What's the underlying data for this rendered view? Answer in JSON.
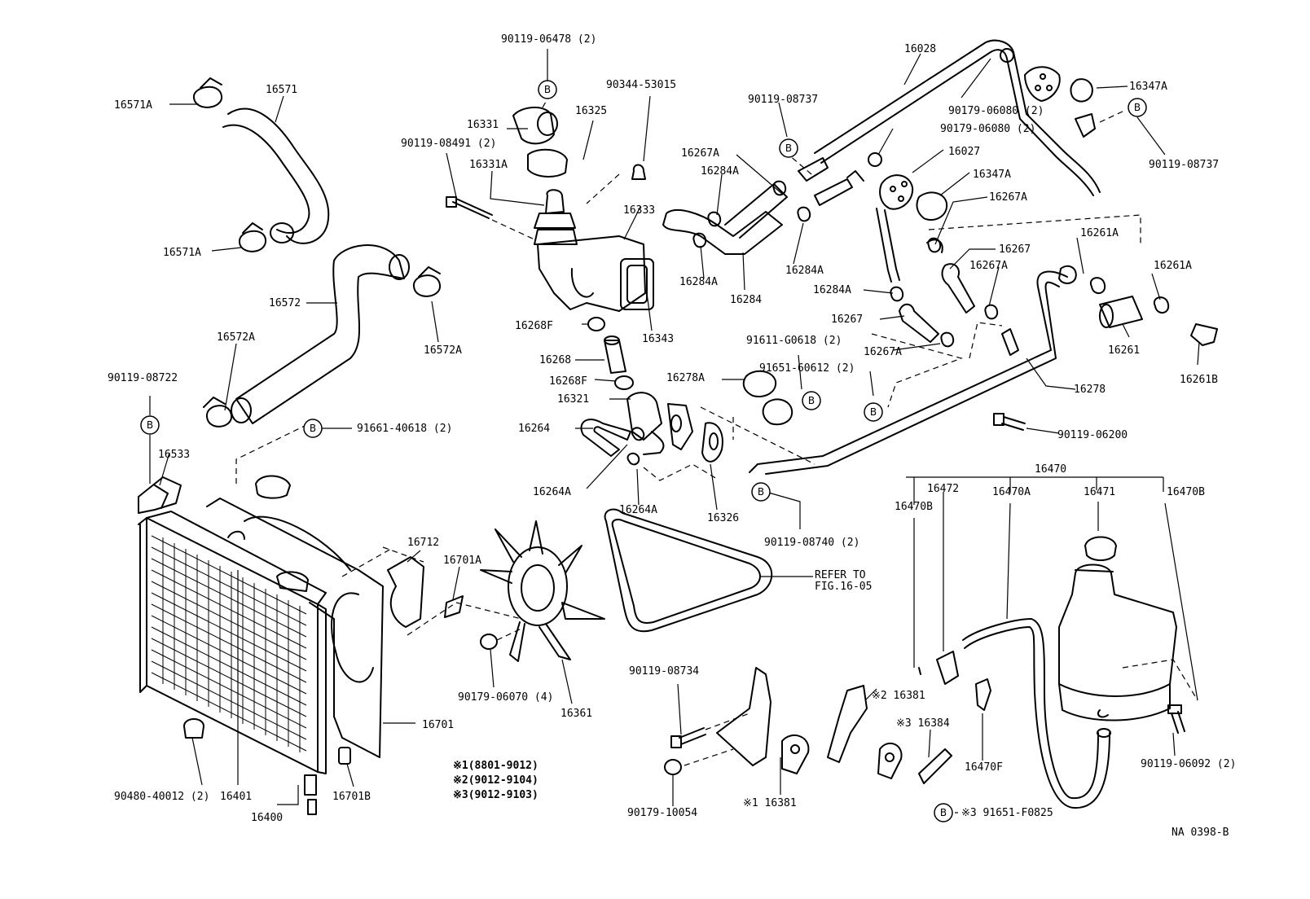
{
  "badge_letter": "B",
  "labels": {
    "p90119_06478": "90119-06478 (2)",
    "p90344_53015": "90344-53015",
    "p16331": "16331",
    "p16325": "16325",
    "p90119_08491": "90119-08491 (2)",
    "p16331A": "16331A",
    "p16333": "16333",
    "p16268F_a": "16268F",
    "p16268": "16268",
    "p16268F_b": "16268F",
    "p16343": "16343",
    "p16321": "16321",
    "p16264": "16264",
    "p16264A_a": "16264A",
    "p16264A_b": "16264A",
    "p16326": "16326",
    "p90119_08740": "90119-08740 (2)",
    "p16571": "16571",
    "p16571A_a": "16571A",
    "p16571A_b": "16571A",
    "p16572": "16572",
    "p16572A_a": "16572A",
    "p16572A_b": "16572A",
    "p90119_08722": "90119-08722",
    "p91661_40618": "91661-40618 (2)",
    "p16533": "16533",
    "p16712": "16712",
    "p16701A": "16701A",
    "p16701": "16701",
    "p16701B": "16701B",
    "p90480_40012": "90480-40012 (2)",
    "p16401": "16401",
    "p16400": "16400",
    "p90179_06070": "90179-06070 (4)",
    "p16361": "16361",
    "refer_1": "REFER TO",
    "refer_2": "FIG.16-05",
    "note1": "※1(8801-9012)",
    "note2": "※2(9012-9104)",
    "note3": "※3(9012-9103)",
    "p16028": "16028",
    "p90119_08737_a": "90119-08737",
    "p16267A_a": "16267A",
    "p16284A_a": "16284A",
    "p16284A_b": "16284A",
    "p16284": "16284",
    "p16284A_c": "16284A",
    "p16284A_d": "16284A",
    "p90179_06080_a": "90179-06080 (2)",
    "p90179_06080_b": "90179-06080 (2)",
    "p16027": "16027",
    "p16347A_a": "16347A",
    "p16347A_b": "16347A",
    "p90119_08737_b": "90119-08737",
    "p16267A_b": "16267A",
    "p16267_a": "16267",
    "p16267A_c": "16267A",
    "p16267_b": "16267",
    "p16267A_d": "16267A",
    "p16261A_a": "16261A",
    "p16261A_b": "16261A",
    "p16261": "16261",
    "p16261B": "16261B",
    "p91611_G0618": "91611-G0618 (2)",
    "p91651_60612": "91651-60612 (2)",
    "p16278A": "16278A",
    "p16278": "16278",
    "p90119_06200": "90119-06200",
    "p16470": "16470",
    "p16472": "16472",
    "p16470A": "16470A",
    "p16471": "16471",
    "p16470B_a": "16470B",
    "p16470B_b": "16470B",
    "p90119_08734": "90119-08734",
    "p90179_10054": "90179-10054",
    "p16381_a": "※2 16381",
    "p16381_b": "※1 16381",
    "p16384": "※3 16384",
    "p16470F": "16470F",
    "p91651_F0825": "※3 91651-F0825",
    "p90119_06092": "90119-06092 (2)",
    "fig_id": "NA 0398-B"
  }
}
